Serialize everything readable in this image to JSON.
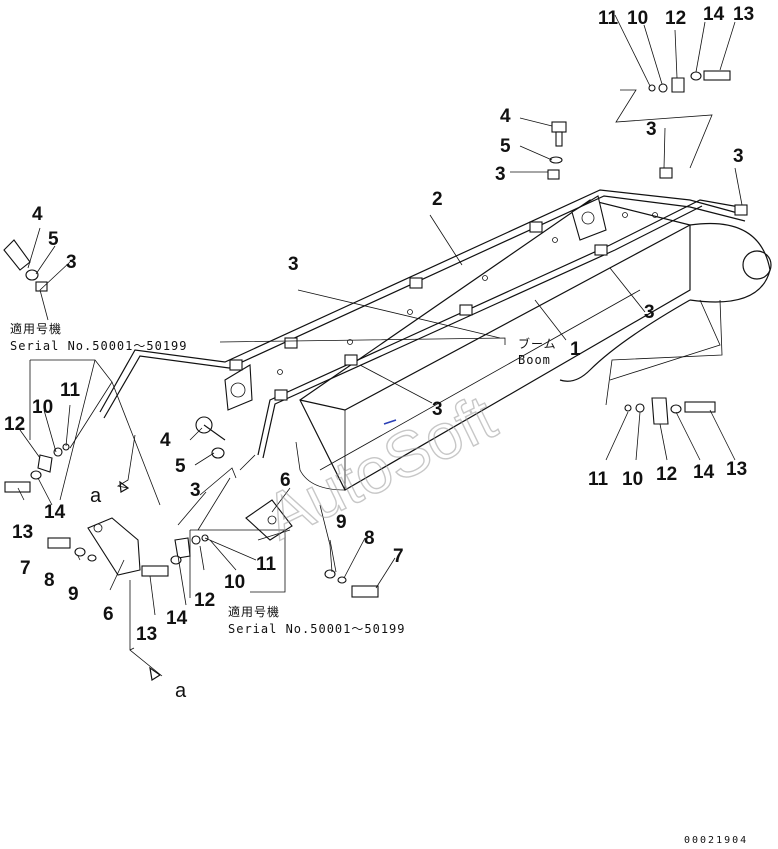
{
  "callouts": {
    "n1": "1",
    "n2": "2",
    "n3": "3",
    "n4": "4",
    "n5": "5",
    "n6": "6",
    "n7": "7",
    "n8": "8",
    "n9": "9",
    "n10": "10",
    "n11": "11",
    "n12": "12",
    "n13": "13",
    "n14": "14"
  },
  "view_marker": "a",
  "boom_label_jp": "ブーム",
  "boom_label_en": "Boom",
  "serial_note_jp": "適用号機",
  "serial_note_en": "Serial No.50001～50199",
  "watermark": "AutoSoft",
  "drawing_code": "00021904",
  "colors": {
    "ink": "#111111",
    "watermark": "#9a9a9a",
    "mark": "#2a3fb5"
  }
}
